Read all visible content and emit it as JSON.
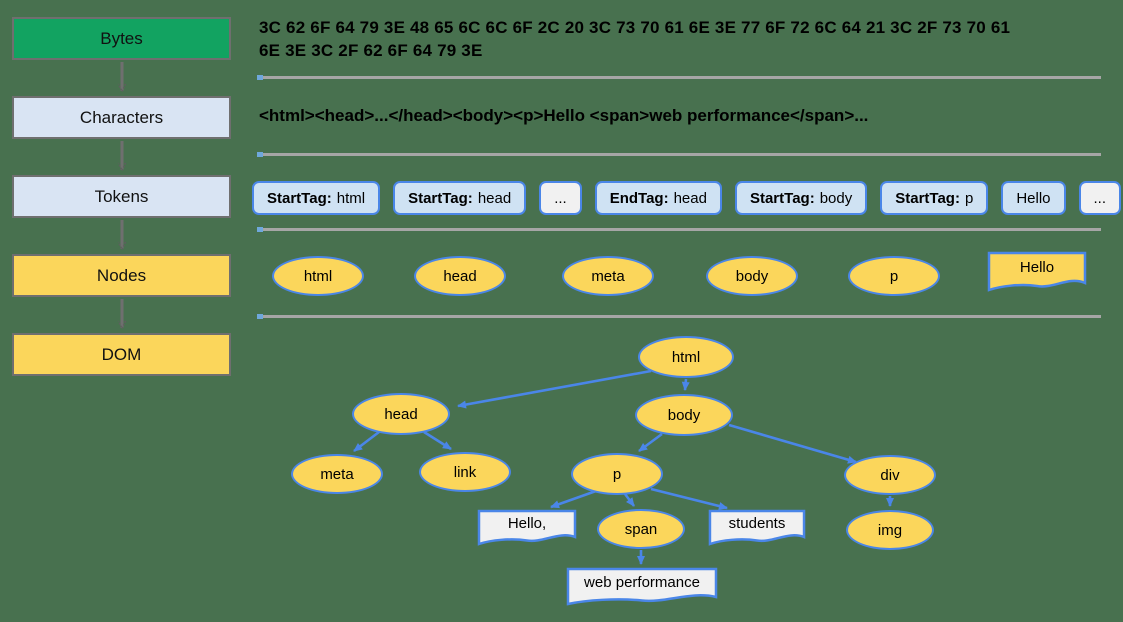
{
  "pipeline": {
    "stages": [
      {
        "label": "Bytes"
      },
      {
        "label": "Characters"
      },
      {
        "label": "Tokens"
      },
      {
        "label": "Nodes"
      },
      {
        "label": "DOM"
      }
    ]
  },
  "bytes": {
    "line1": "3C 62 6F 64 79 3E 48 65 6C 6C 6F 2C 20 3C 73 70 61 6E 3E 77 6F 72 6C 64 21 3C 2F 73 70 61",
    "line2": "6E 3E 3C 2F 62 6F 64 79 3E"
  },
  "characters": {
    "text": "<html><head>...</head><body><p>Hello <span>web performance</span>..."
  },
  "tokens": {
    "items": [
      {
        "kind": "StartTag:",
        "value": "html"
      },
      {
        "kind": "StartTag:",
        "value": "head"
      },
      {
        "kind": "",
        "value": "..."
      },
      {
        "kind": "EndTag:",
        "value": "head"
      },
      {
        "kind": "StartTag:",
        "value": "body"
      },
      {
        "kind": "StartTag:",
        "value": "p"
      },
      {
        "kind": "",
        "value": "Hello"
      },
      {
        "kind": "",
        "value": "..."
      }
    ]
  },
  "nodes": {
    "items": [
      "html",
      "head",
      "meta",
      "body",
      "p",
      "Hello"
    ]
  },
  "dom_tree": {
    "nodes": {
      "html": "html",
      "head": "head",
      "body": "body",
      "meta": "meta",
      "link": "link",
      "p": "p",
      "div": "div",
      "span": "span",
      "img": "img",
      "hello_text": "Hello,",
      "students_text": "students",
      "webperf_text": "web performance"
    },
    "edges": [
      {
        "from": "html",
        "to": "head"
      },
      {
        "from": "html",
        "to": "body"
      },
      {
        "from": "head",
        "to": "meta"
      },
      {
        "from": "head",
        "to": "link"
      },
      {
        "from": "body",
        "to": "p"
      },
      {
        "from": "body",
        "to": "div"
      },
      {
        "from": "p",
        "to": "hello_text"
      },
      {
        "from": "p",
        "to": "span"
      },
      {
        "from": "p",
        "to": "students_text"
      },
      {
        "from": "span",
        "to": "webperf_text"
      },
      {
        "from": "div",
        "to": "img"
      }
    ]
  },
  "colors": {
    "background": "#48714f",
    "bytes_box": "#12a361",
    "stage_blue": "#d9e4f3",
    "node_yellow": "#fbd65b",
    "token_blue_fill": "#cfe2f3",
    "token_lite_fill": "#f1f1f1",
    "diagram_blue": "#4a86e8",
    "separator_gray": "#a6a6a6"
  }
}
